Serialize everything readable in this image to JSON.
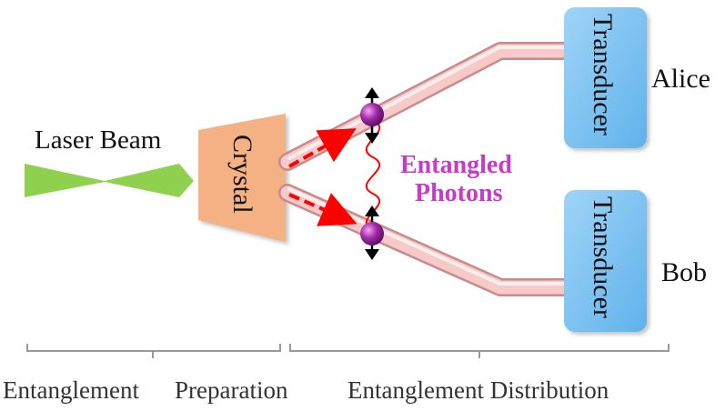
{
  "labels": {
    "laser_beam": "Laser Beam",
    "crystal": "Crystal",
    "entangled": "Entangled",
    "photons": "Photons",
    "transducer_top": "Transducer",
    "transducer_bottom": "Transducer",
    "alice": "Alice",
    "bob": "Bob",
    "prep_word1": "Entanglement",
    "prep_word2": "Preparation",
    "distribution": "Entanglement Distribution"
  },
  "colors": {
    "laser": "#8fd14f",
    "crystal": "#f4b183",
    "fiber": "#f7c9c9",
    "transducer": "#7fc4f2",
    "photon": "#8a1c8f",
    "arrow": "#ff0000",
    "wave": "#ff0000",
    "entangled_text": "#c63bc9",
    "bracket": "#999999"
  }
}
